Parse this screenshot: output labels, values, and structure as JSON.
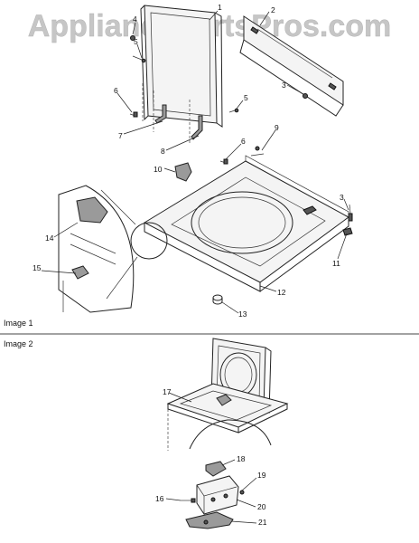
{
  "watermark": {
    "text": "AppliancePartsPros.com"
  },
  "images": [
    {
      "caption": "Image 1"
    },
    {
      "caption": "Image 2"
    }
  ],
  "callouts": [
    {
      "id": "c1",
      "text": "1"
    },
    {
      "id": "c2",
      "text": "2"
    },
    {
      "id": "c3a",
      "text": "3"
    },
    {
      "id": "c3b",
      "text": "3"
    },
    {
      "id": "c4",
      "text": "4"
    },
    {
      "id": "c5a",
      "text": "5"
    },
    {
      "id": "c5b",
      "text": "5"
    },
    {
      "id": "c6a",
      "text": "6"
    },
    {
      "id": "c6b",
      "text": "6"
    },
    {
      "id": "c7",
      "text": "7"
    },
    {
      "id": "c8",
      "text": "8"
    },
    {
      "id": "c9",
      "text": "9"
    },
    {
      "id": "c10",
      "text": "10"
    },
    {
      "id": "c11",
      "text": "11"
    },
    {
      "id": "c12",
      "text": "12"
    },
    {
      "id": "c13",
      "text": "13"
    },
    {
      "id": "c14",
      "text": "14"
    },
    {
      "id": "c15",
      "text": "15"
    },
    {
      "id": "c16",
      "text": "16"
    },
    {
      "id": "c17",
      "text": "17"
    },
    {
      "id": "c18",
      "text": "18"
    },
    {
      "id": "c19",
      "text": "19"
    },
    {
      "id": "c20",
      "text": "20"
    },
    {
      "id": "c21",
      "text": "21"
    }
  ],
  "colors": {
    "watermark": "#c9c9c9",
    "line": "#222222",
    "background": "#ffffff"
  }
}
